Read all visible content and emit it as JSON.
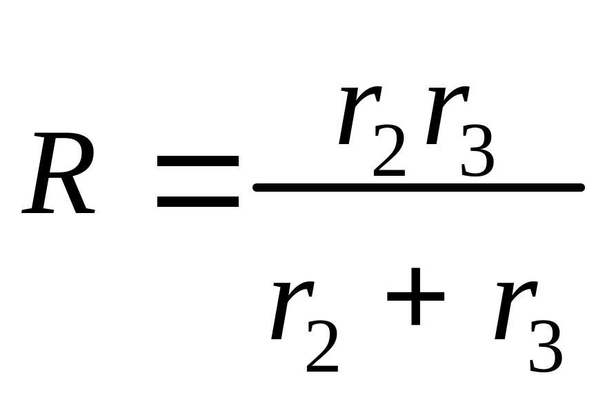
{
  "formula": {
    "lhs": "R",
    "equals": "=",
    "numerator": {
      "var1": "r",
      "sub1": "2",
      "var2": "r",
      "sub2": "3"
    },
    "denominator": {
      "var1": "r",
      "sub1": "2",
      "operator": "+",
      "var2": "r",
      "sub2": "3"
    }
  }
}
